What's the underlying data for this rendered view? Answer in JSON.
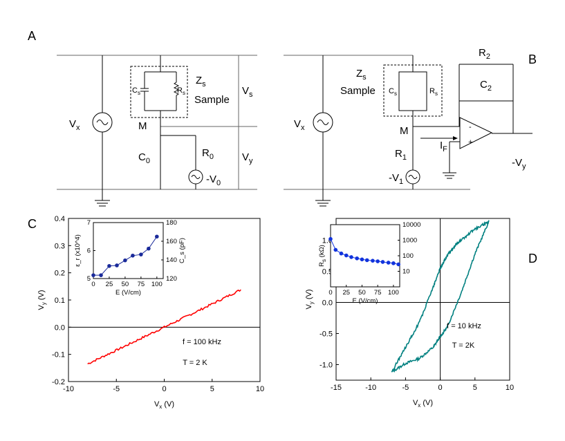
{
  "panels": {
    "A": "A",
    "B": "B",
    "C": "C",
    "D": "D"
  },
  "circuit_a": {
    "vx": "V",
    "vx_sub": "x",
    "zs": "Z",
    "zs_sub": "s",
    "sample": "Sample",
    "cs": "C",
    "cs_sub": "s",
    "rs": "R",
    "rs_sub": "s",
    "vs": "V",
    "vs_sub": "s",
    "m": "M",
    "c0": "C",
    "c0_sub": "0",
    "r0": "R",
    "r0_sub": "0",
    "v0": "-V",
    "v0_sub": "0",
    "vy": "V",
    "vy_sub": "y"
  },
  "circuit_b": {
    "vx": "V",
    "vx_sub": "x",
    "zs": "Z",
    "zs_sub": "s",
    "sample": "Sample",
    "cs": "C",
    "cs_sub": "s",
    "rs": "R",
    "rs_sub": "s",
    "m": "M",
    "r1": "R",
    "r1_sub": "1",
    "v1": "-V",
    "v1_sub": "1",
    "if": "I",
    "if_sub": "F",
    "r2": "R",
    "r2_sub": "2",
    "c2": "C",
    "c2_sub": "2",
    "vy": "-V",
    "vy_sub": "y",
    "minus": "-",
    "plus": "+"
  },
  "chart_data": [
    {
      "panel": "C",
      "type": "line",
      "xlabel": "V_x (V)",
      "ylabel": "V_y (V)",
      "xlim": [
        -10,
        10
      ],
      "ylim": [
        -0.2,
        0.4
      ],
      "xticks": [
        "-10",
        "-5",
        "0",
        "5",
        "10"
      ],
      "yticks": [
        "-0.2",
        "-0.1",
        "0.0",
        "0.1",
        "0.2",
        "0.3",
        "0.4"
      ],
      "series": [
        {
          "color": "#ff0000",
          "x": [
            -8,
            -4,
            0,
            4,
            8
          ],
          "y": [
            -0.135,
            -0.068,
            0.0,
            0.068,
            0.138
          ]
        }
      ],
      "annotations": [
        "f = 100 kHz",
        "T = 2 K"
      ],
      "inset": {
        "type": "line",
        "xlabel": "E (V/cm)",
        "ylabel_left": "ε_r (x10^4)",
        "ylabel_right": "C_s (pF)",
        "xlim": [
          0,
          110
        ],
        "ylim": [
          5,
          7
        ],
        "ylim_right": [
          120,
          180
        ],
        "xticks": [
          "0",
          "25",
          "50",
          "75",
          "100"
        ],
        "yticks": [
          "5",
          "6",
          "7"
        ],
        "yticks_right": [
          "120",
          "140",
          "160",
          "180"
        ],
        "marker_color": "#1a2a9a",
        "series": [
          {
            "x": [
              0,
              12,
              25,
              37,
              50,
              62,
              75,
              87,
              100
            ],
            "y": [
              5.12,
              5.12,
              5.45,
              5.47,
              5.65,
              5.82,
              5.86,
              6.07,
              6.5
            ]
          }
        ]
      }
    },
    {
      "panel": "D",
      "type": "line",
      "xlabel": "V_x (V)",
      "ylabel": "V_y (V)",
      "xlim": [
        -15,
        10
      ],
      "ylim": [
        -1.25,
        1.35
      ],
      "xticks": [
        "-15",
        "-10",
        "-5",
        "0",
        "5",
        "10"
      ],
      "yticks": [
        "-1.0",
        "-0.5",
        "0.0",
        "0.5",
        "1.0"
      ],
      "series": [
        {
          "color": "#008080",
          "x": [
            -7,
            -5,
            -3,
            -1,
            0,
            1,
            3,
            5,
            7,
            5,
            3,
            2,
            1,
            0,
            -1,
            -3,
            -5,
            -7
          ],
          "y": [
            -1.12,
            -0.98,
            -0.9,
            -0.72,
            -0.55,
            -0.4,
            0.15,
            0.78,
            1.3,
            1.18,
            1.0,
            0.9,
            0.75,
            0.55,
            0.25,
            -0.32,
            -0.72,
            -1.12
          ]
        }
      ],
      "annotations": [
        "f = 10 kHz",
        "T = 2K"
      ],
      "inset": {
        "type": "line",
        "xlabel": "E (V/cm)",
        "ylabel_left": "R_s (kΩ)",
        "xlim": [
          0,
          110
        ],
        "ylim": [
          1,
          10000
        ],
        "log_y": true,
        "xticks": [
          "0",
          "25",
          "50",
          "75",
          "100"
        ],
        "yticks_right": [
          "10",
          "100",
          "1000",
          "10000"
        ],
        "marker_color": "#1133dd",
        "series": [
          {
            "x": [
              0,
              8,
              17,
              25,
              33,
              42,
              50,
              58,
              67,
              75,
              83,
              92,
              100,
              108
            ],
            "y": [
              1200,
              240,
              140,
              105,
              82,
              68,
              58,
              52,
              48,
              44,
              40,
              36,
              33,
              28
            ]
          }
        ]
      }
    }
  ]
}
